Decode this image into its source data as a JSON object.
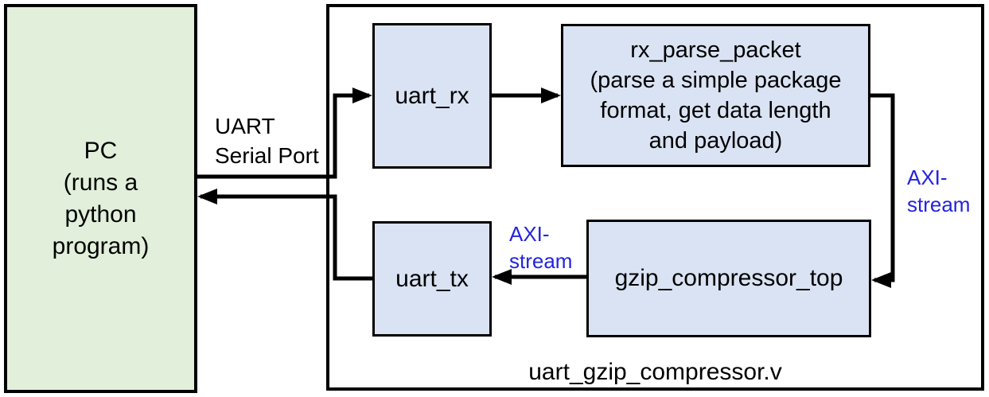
{
  "diagram": {
    "pc": {
      "label": "PC\n(runs a\npython\nprogram)"
    },
    "module": {
      "file_label": "uart_gzip_compressor.v"
    },
    "blocks": {
      "uart_rx": {
        "label": "uart_rx"
      },
      "rx_parse_packet": {
        "label": "rx_parse_packet\n(parse a simple package\nformat, get data length\nand payload)"
      },
      "uart_tx": {
        "label": "uart_tx"
      },
      "gzip_compressor_top": {
        "label": "gzip_compressor_top"
      }
    },
    "connection_labels": {
      "uart_serial_port": "UART\nSerial Port",
      "axi_stream_rx_to_gzip": "AXI-\nstream",
      "axi_stream_gzip_to_tx": "AXI-\nstream"
    },
    "colors": {
      "pc_fill": "#e2efda",
      "block_fill": "#dae3f3",
      "line": "#000000",
      "axi_label_text": "#2323e0"
    }
  }
}
